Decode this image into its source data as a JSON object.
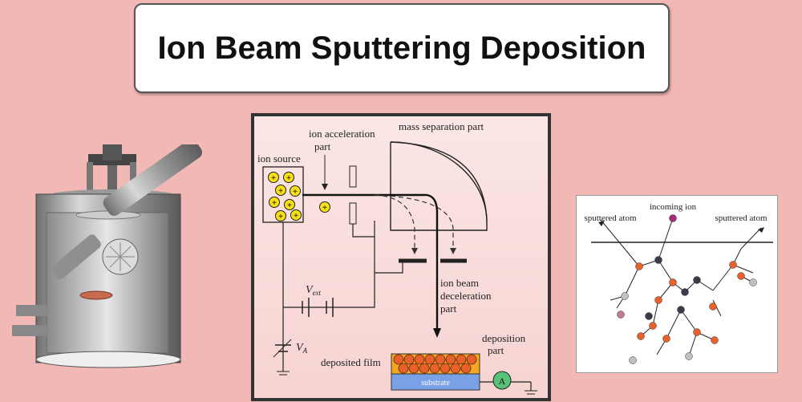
{
  "title": "Ion Beam Sputtering Deposition",
  "center": {
    "ion_source": "ion source",
    "ion_acceleration_1": "ion acceleration",
    "ion_acceleration_2": "part",
    "mass_separation": "mass separation part",
    "ion_beam_1": "ion beam",
    "ion_beam_2": "deceleration",
    "ion_beam_3": "part",
    "vext": "V",
    "vext_sub": "ext",
    "va": "V",
    "va_sub": "A",
    "deposited_film": "deposited film",
    "deposition_1": "deposition",
    "deposition_2": "part",
    "substrate": "substrate",
    "ammeter": "A",
    "ion_symbol": "+"
  },
  "right": {
    "incoming_ion": "incoming ion",
    "sputtered_left": "sputtered atom",
    "sputtered_right": "sputtered atom"
  },
  "colors": {
    "background": "#f2b8b5",
    "film": "#f5a623",
    "substrate": "#7aa0e6",
    "ion_fill": "#f7e017",
    "atom_orange": "#e8602a",
    "atom_dark": "#3a3a4a",
    "atom_gray": "#c0c0c0",
    "atom_pink": "#c07a9a",
    "ion_purple": "#a0307a",
    "ammeter": "#58c27a"
  }
}
